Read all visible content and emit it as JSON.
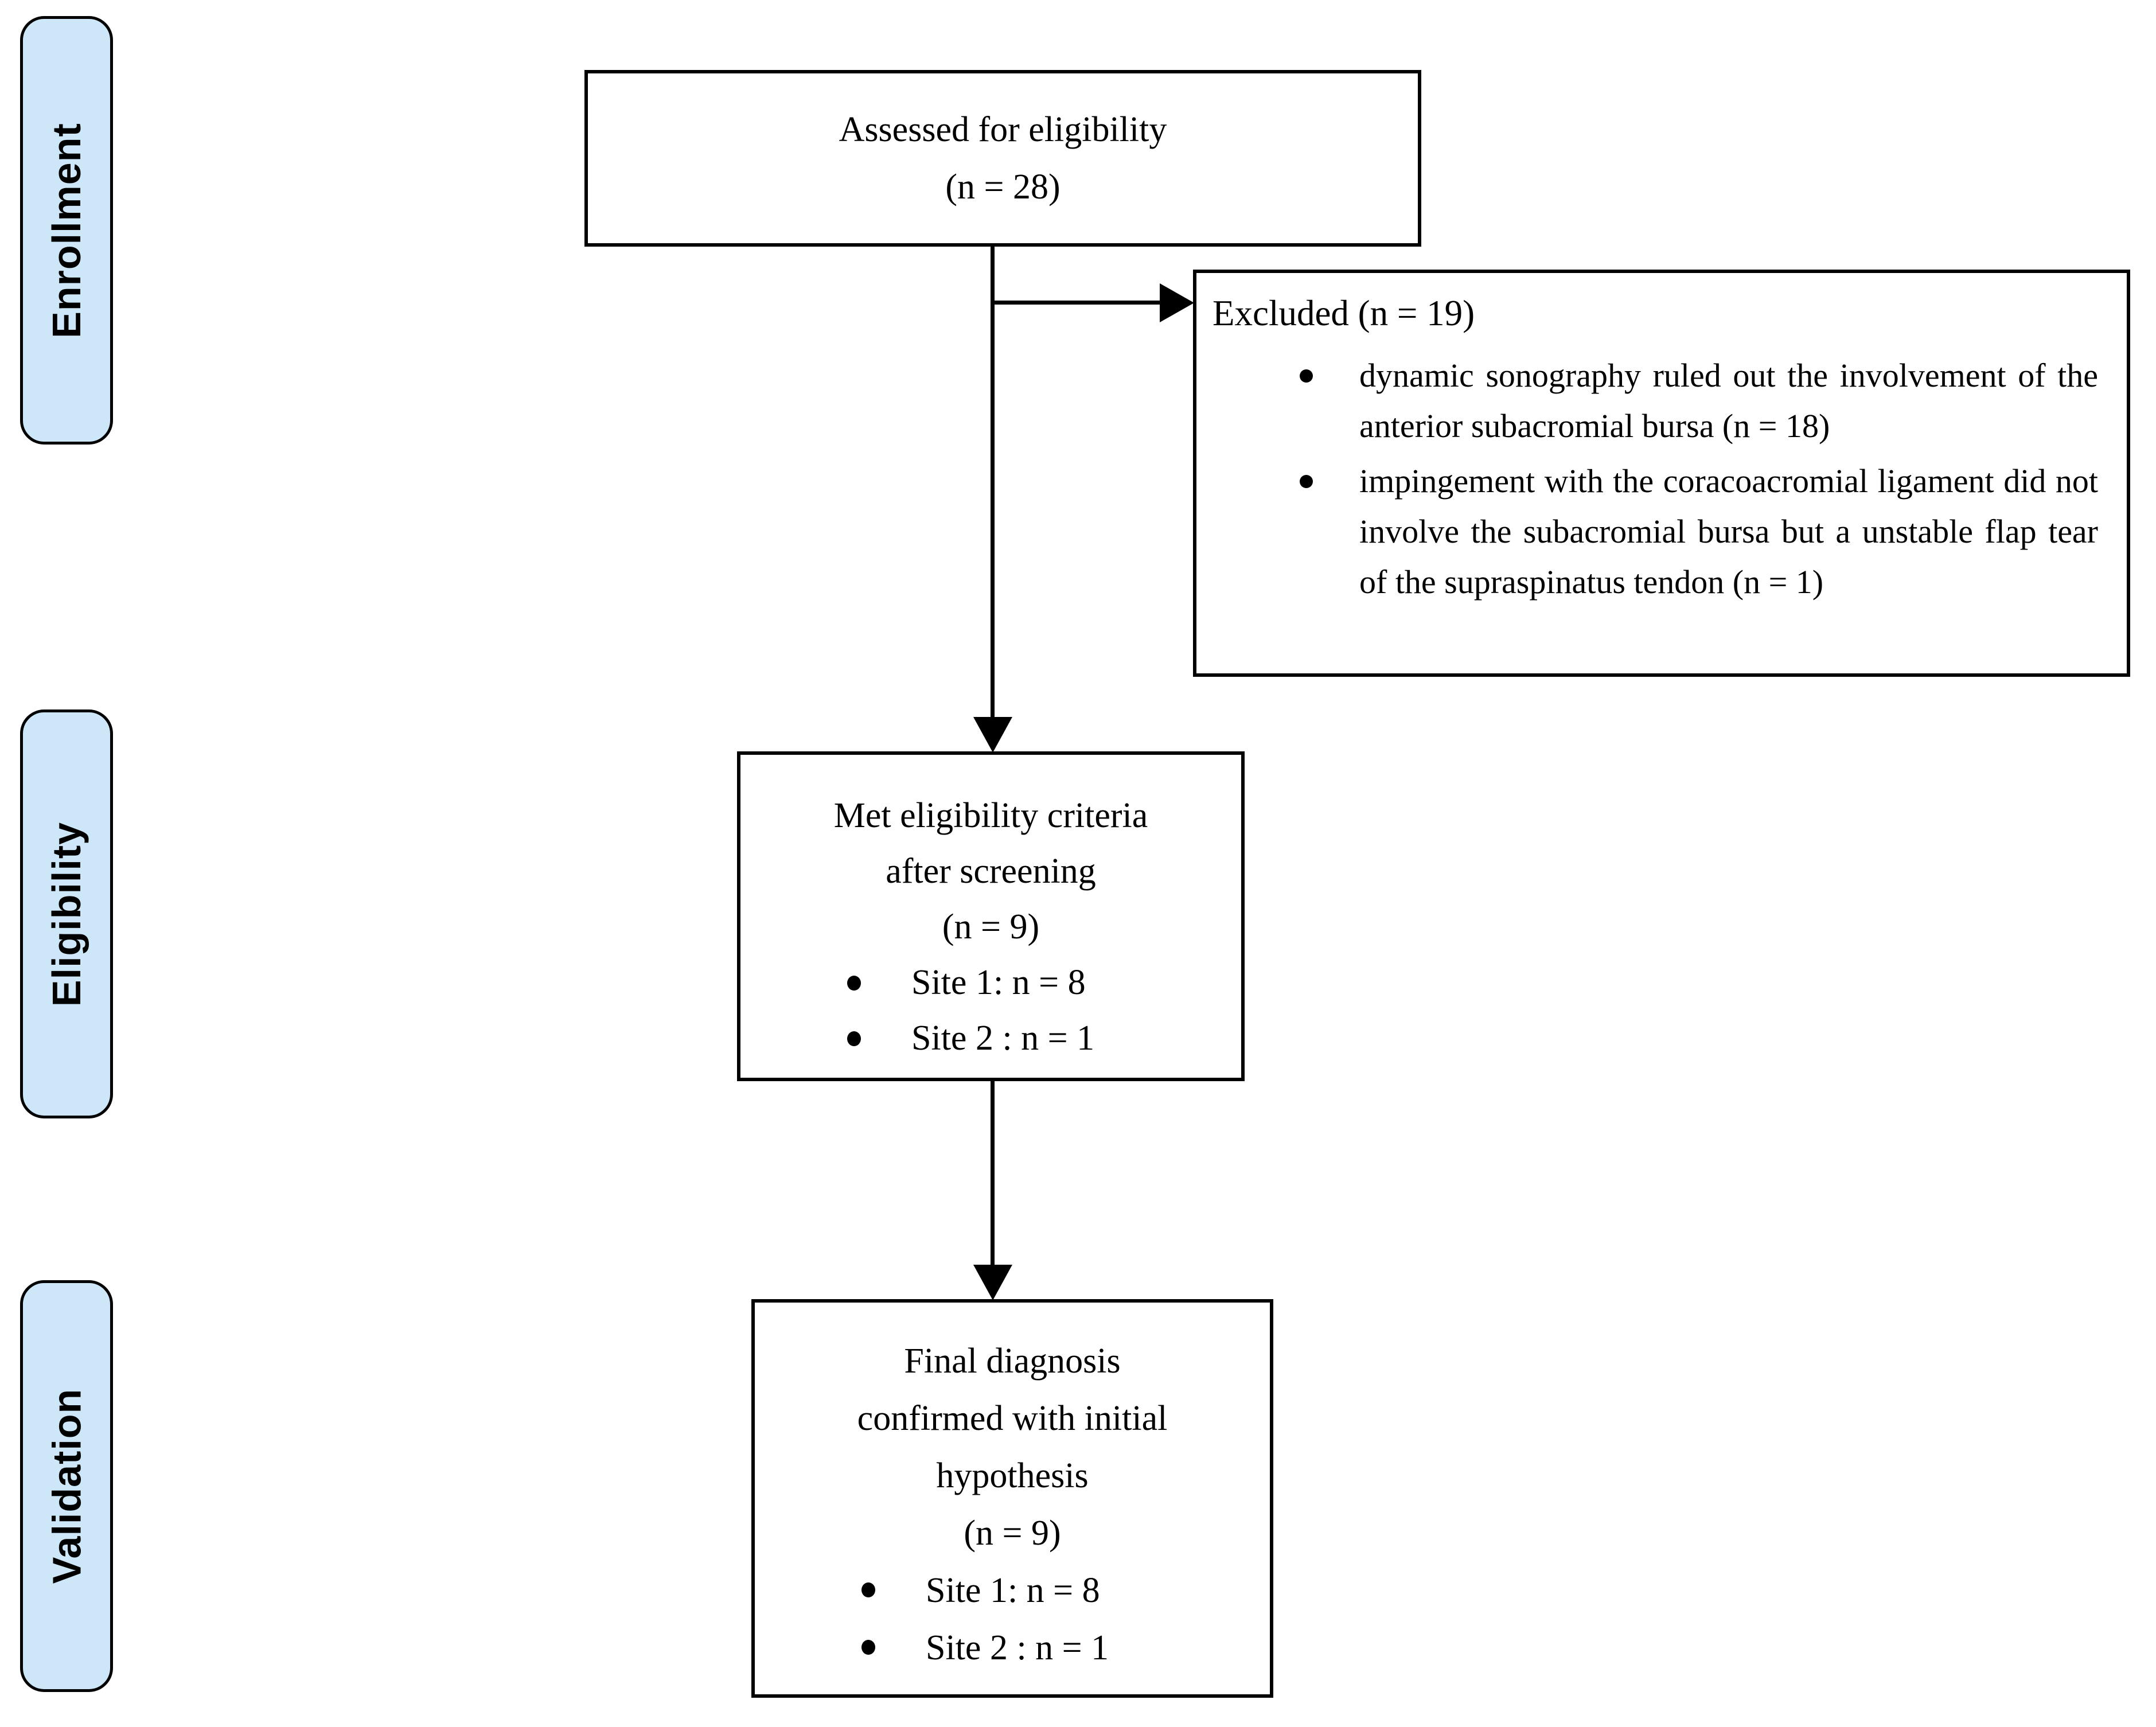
{
  "stages": [
    {
      "label": "Enrollment"
    },
    {
      "label": "Eligibility"
    },
    {
      "label": "Validation"
    }
  ],
  "boxes": {
    "assessed": {
      "lines": [
        "Assessed for eligibility",
        "(n = 28)"
      ]
    },
    "excluded": {
      "title": "Excluded (n = 19)",
      "bullets": [
        "dynamic sonography ruled out the involvement of the anterior subacromial bursa (n = 18)",
        "impingement with the coracoacromial ligament did not involve the subacromial bursa but a unstable flap tear of the supraspinatus tendon (n = 1)"
      ]
    },
    "met_eligibility": {
      "lines": [
        "Met eligibility criteria",
        "after screening",
        "(n = 9)"
      ],
      "bullets": [
        "Site 1: n = 8",
        "Site 2 : n = 1"
      ]
    },
    "final_diagnosis": {
      "lines": [
        "Final diagnosis",
        "confirmed with initial",
        "hypothesis",
        "(n = 9)"
      ],
      "bullets": [
        "Site 1: n = 8",
        "Site 2 : n = 1"
      ]
    }
  },
  "colors": {
    "stage_fill": "#cde7f8",
    "line_color": "#000000",
    "box_background": "#ffffff"
  }
}
